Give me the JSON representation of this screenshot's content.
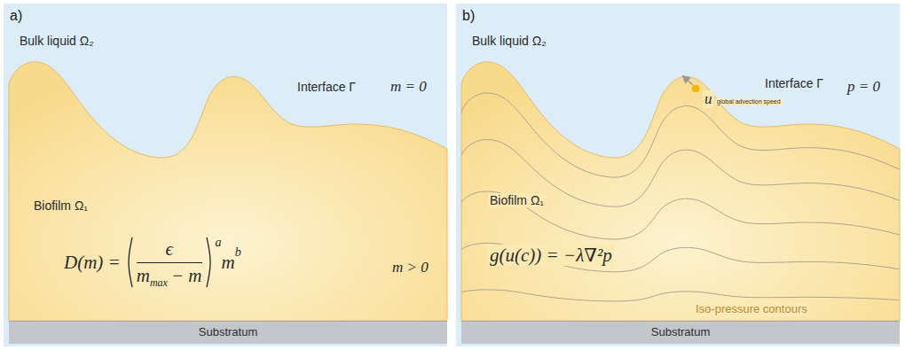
{
  "diagram": {
    "nodes": [
      {
        "text": [
          "a)"
        ]
      },
      {
        "text": [
          "Substratum"
        ],
        "in": 0
      },
      {
        "text": [
          "b)"
        ]
      },
      {
        "text": [
          "Substratum"
        ],
        "in": 2
      }
    ],
    "labels": [
      "Bulk liquid Ω₂",
      "m = 0",
      "Interface Γ",
      "Biofilm Ω₁",
      "D(m) =",
      "ϵ",
      "m",
      "max",
      "− m",
      "a",
      "m",
      "b",
      "m > 0",
      "Bulk liquid Ω₂",
      "p = 0",
      "Interface Γ",
      "Biofilm Ω₁",
      "u",
      "global advection speed",
      "g(u(c)) = −λ∇²p",
      "Iso-pressure contours"
    ]
  }
}
